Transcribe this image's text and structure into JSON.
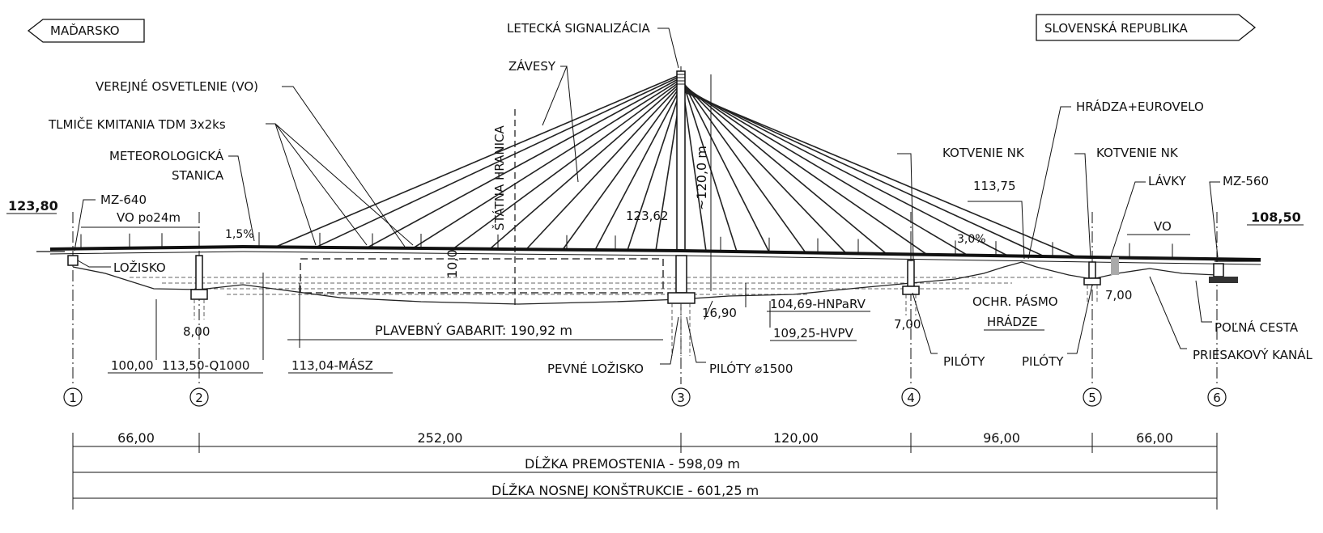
{
  "countries": {
    "left": "MAĎARSKO",
    "right": "SLOVENSKÁ REPUBLIKA"
  },
  "labels": {
    "aviation": "LETECKÁ SIGNALIZÁCIA",
    "cables": "ZÁVESY",
    "lighting": "VEREJNÉ OSVETLENIE (VO)",
    "dampers": "TLMIČE KMITANIA TDM 3x2ks",
    "weather_1": "METEOROLOGICKÁ",
    "weather_2": "STANICA",
    "mz640": "MZ-640",
    "vo_spacing": "VO po24m",
    "slope_left": "1,5%",
    "bearing": "LOŽISKO",
    "border": "ŠTÁTNA HRANICA",
    "pylon_height": "~120,0 m",
    "clearance_height": "10,0",
    "nav_gauge": "PLAVEBNÝ GABARIT: 190,92 m",
    "fixed_bearing": "PEVNÉ LOŽISKO",
    "piles_1500": "PILÓTY ⌀1500",
    "hnparv": "104,69-HNPaRV",
    "hvpv": "109,25-HVPV",
    "q1000": "113,50-Q1000",
    "masz": "113,04-MÁSZ",
    "ground_level": "100,00",
    "pier2_depth": "8,00",
    "pier3_depth": "16,90",
    "pier4_depth": "7,00",
    "pier5_depth": "7,00",
    "anchor_nk_1": "KOTVENIE NK",
    "anchor_nk_2": "KOTVENIE NK",
    "dike": "HRÁDZA+EUROVELO",
    "dike_level": "113,75",
    "slope_right": "3,0%",
    "walkways": "LÁVKY",
    "mz560": "MZ-560",
    "vo_right": "VO",
    "protect_1": "OCHR. PÁSMO",
    "protect_2": "HRÁDZE",
    "piles_a": "PILÓTY",
    "piles_b": "PILÓTY",
    "field_road": "POĽNÁ CESTA",
    "seepage": "PRIESAKOVÝ KANÁL",
    "elev_left": "123,80",
    "elev_pylon": "123,62",
    "elev_right": "108,50"
  },
  "supports": [
    "1",
    "2",
    "3",
    "4",
    "5",
    "6"
  ],
  "spans": [
    "66,00",
    "252,00",
    "120,00",
    "96,00",
    "66,00"
  ],
  "totals": {
    "bridge_length": "DĹŽKA PREMOSTENIA - 598,09 m",
    "structure_length": "DĹŽKA NOSNEJ KONŠTRUKCIE - 601,25 m"
  }
}
